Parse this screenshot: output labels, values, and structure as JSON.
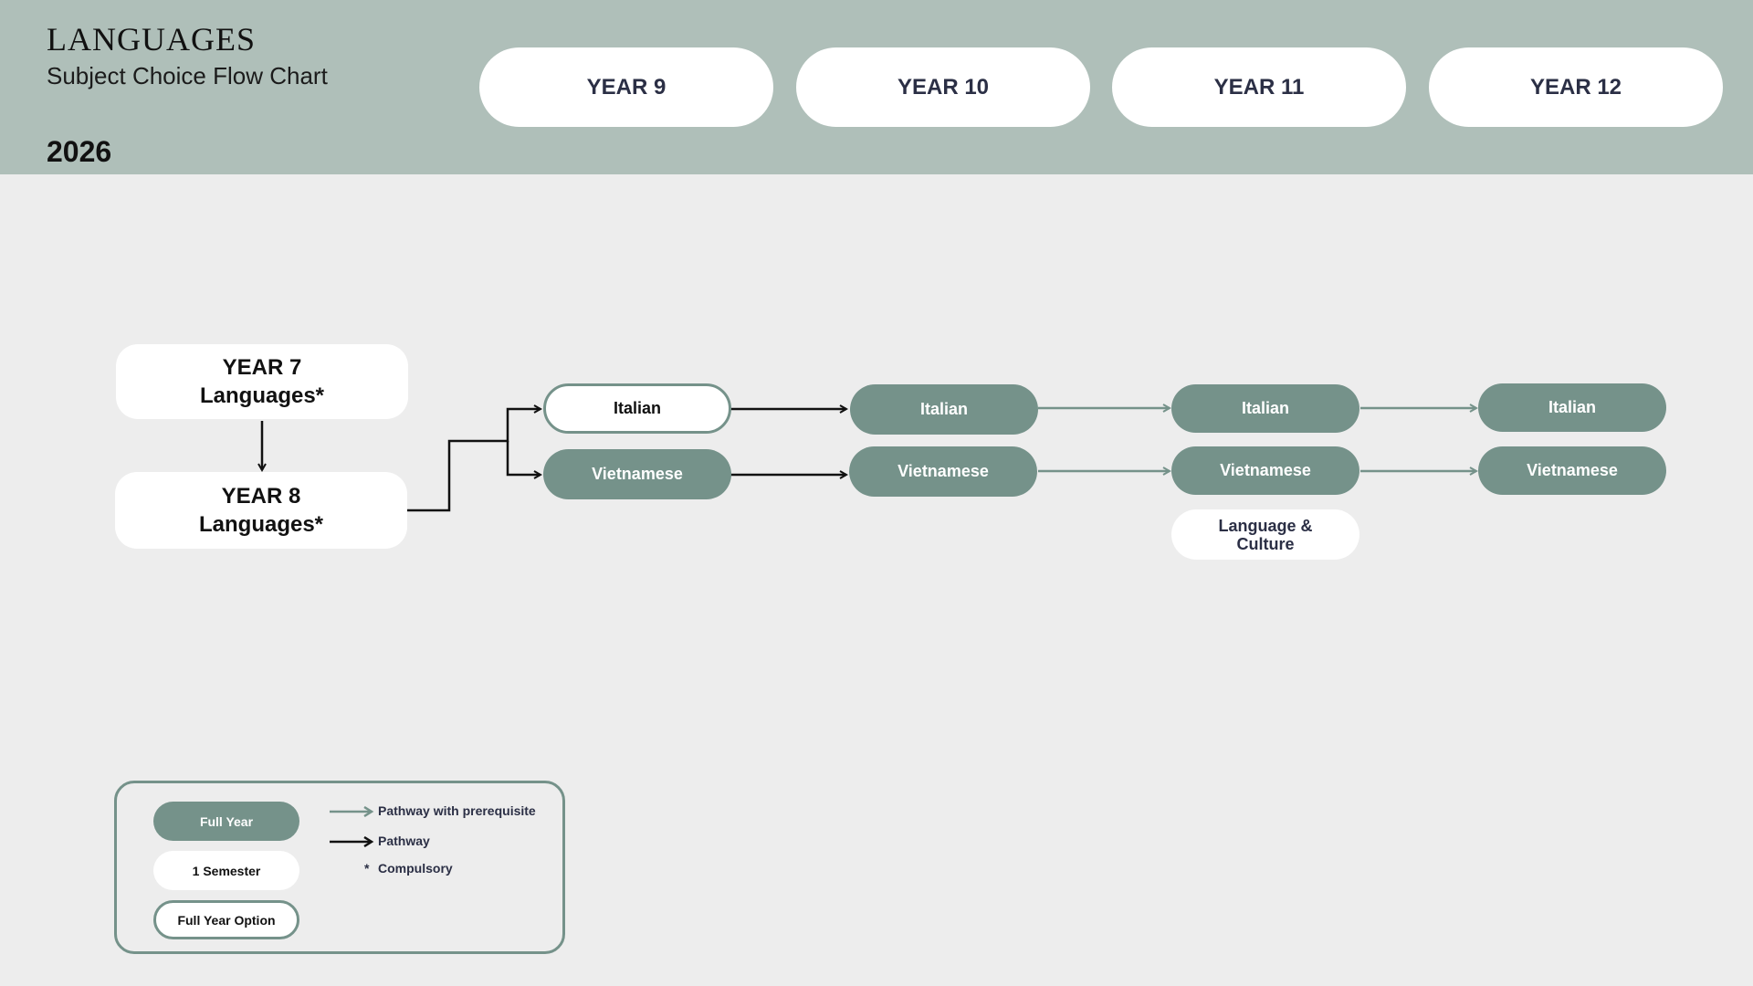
{
  "header": {
    "title": "LANGUAGES",
    "subtitle": "Subject Choice Flow Chart",
    "year": "2026",
    "columns": [
      "YEAR 9",
      "YEAR 10",
      "YEAR 11",
      "YEAR 12"
    ]
  },
  "start": {
    "year7": {
      "line1": "YEAR 7",
      "line2": "Languages*"
    },
    "year8": {
      "line1": "YEAR 8",
      "line2": "Languages*"
    }
  },
  "year9": {
    "italian": {
      "label": "Italian",
      "type": "full-year-option"
    },
    "vietnamese": {
      "label": "Vietnamese",
      "type": "full-year"
    }
  },
  "year10": {
    "italian": {
      "label": "Italian",
      "type": "full-year"
    },
    "vietnamese": {
      "label": "Vietnamese",
      "type": "full-year"
    }
  },
  "year11": {
    "italian": {
      "label": "Italian",
      "type": "full-year"
    },
    "vietnamese": {
      "label": "Vietnamese",
      "type": "full-year"
    },
    "culture": {
      "line1": "Language &",
      "line2": "Culture",
      "type": "1-semester"
    }
  },
  "year12": {
    "italian": {
      "label": "Italian",
      "type": "full-year"
    },
    "vietnamese": {
      "label": "Vietnamese",
      "type": "full-year"
    }
  },
  "legend": {
    "full_year": "Full Year",
    "one_semester": "1 Semester",
    "full_year_option": "Full Year Option",
    "pathway_prereq": "Pathway with prerequisite",
    "pathway": "Pathway",
    "compulsory_symbol": "*",
    "compulsory": "Compulsory"
  },
  "colors": {
    "header_bg": "#afbfb9",
    "page_bg": "#ededed",
    "full_year": "#75928a",
    "pathway": "#111111",
    "pathway_prereq": "#75928a",
    "heading_text": "#2b2f45"
  }
}
